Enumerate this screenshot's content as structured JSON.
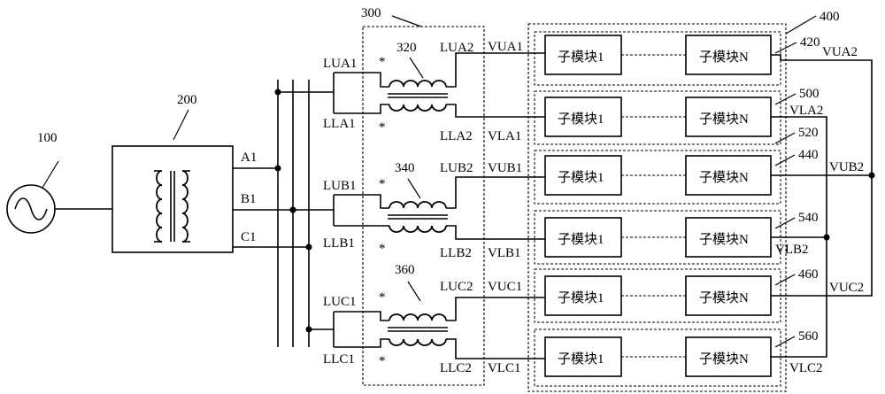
{
  "blocks": {
    "source_label": "100",
    "transformer_label": "200",
    "coupler_group_label": "300",
    "arm_group_label": "400"
  },
  "bus_labels": [
    "A1",
    "B1",
    "C1"
  ],
  "couplers": [
    {
      "label": "320",
      "upper_in": "LUA1",
      "lower_in": "LLA1",
      "upper_out": "LUA2",
      "lower_out": "LLA2",
      "star_upper": "*",
      "star_lower": "*"
    },
    {
      "label": "340",
      "upper_in": "LUB1",
      "lower_in": "LLB1",
      "upper_out": "LUB2",
      "lower_out": "LLB2",
      "star_upper": "*",
      "star_lower": "*"
    },
    {
      "label": "360",
      "upper_in": "LUC1",
      "lower_in": "LLC1",
      "upper_out": "LUC2",
      "lower_out": "LLC2",
      "star_upper": "*",
      "star_lower": "*"
    }
  ],
  "arms": [
    {
      "input": "VUA1",
      "output": "VUA2",
      "number": "420",
      "module_first": "子模块1",
      "module_last": "子模块N"
    },
    {
      "input": "VLA1",
      "output": "VLA2",
      "number": "520",
      "module_first": "子模块1",
      "module_last": "子模块N"
    },
    {
      "input": "VUB1",
      "output": "VUB2",
      "number": "440",
      "module_first": "子模块1",
      "module_last": "子模块N"
    },
    {
      "input": "VLB1",
      "output": "VLB2",
      "number": "540",
      "module_first": "子模块1",
      "module_last": "子模块N"
    },
    {
      "input": "VUC1",
      "output": "VUC2",
      "number": "460",
      "module_first": "子模块1",
      "module_last": "子模块N"
    },
    {
      "input": "VLC1",
      "output": "VLC2",
      "number": "560",
      "module_first": "子模块1",
      "module_last": "子模块N"
    }
  ],
  "lower_group_label": "500"
}
